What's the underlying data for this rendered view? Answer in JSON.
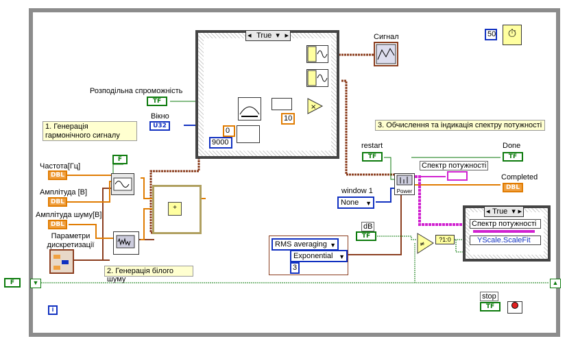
{
  "case_top": {
    "selector": "True"
  },
  "case_right": {
    "selector": "True"
  },
  "labels": {
    "signal": "Сигнал",
    "resolution": "Розподільна спроможність",
    "window": "Вікно",
    "frequency": "Частота[Гц]",
    "amplitude": "Амплітуда [В]",
    "noise_amplitude": "Амплітуда шуму[В]",
    "sampling_params": "Параметри дискретизації",
    "restart": "restart",
    "done": "Done",
    "completed": "Completed",
    "power_spectrum": "Спектр потужності",
    "power_spectrum_indicator": "Спектр потужності",
    "window1": "window 1",
    "db": "dB",
    "stop": "stop",
    "power_vi": "Power",
    "yscale": "YScale.ScaleFit"
  },
  "notes": {
    "note1": "1. Генерація гармонічного сигналу",
    "note2": "2. Генерація білого шуму",
    "note3": "3. Обчислення та індикація спектру потужності"
  },
  "constants": {
    "wait_ms": "50",
    "zero": "0",
    "samples": "9000",
    "ten": "10",
    "window_none": "None",
    "averaging_mode": "RMS averaging",
    "weighting": "Exponential",
    "avg_count": "3",
    "compare": "?1:0"
  },
  "terminals": {
    "tf": "TF",
    "dbl": "DBL",
    "u32": "U32",
    "bool_false": "F"
  },
  "colors": {
    "boolean_wire": "#0b7a0b",
    "numeric_wire": "#e07b00",
    "integer_wire": "#1030c0",
    "cluster_wire": "#8b3d1e",
    "array_wire": "#d020d0"
  }
}
